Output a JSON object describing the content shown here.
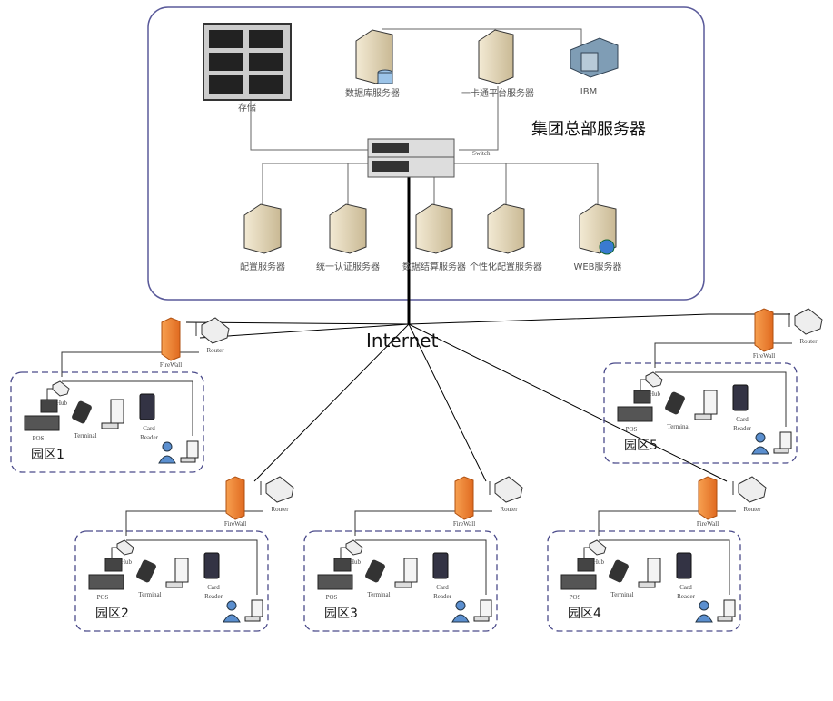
{
  "hq": {
    "title": "集团总部服务器",
    "switch_label": "Switch",
    "top_servers": [
      {
        "label": "存储",
        "icon": "storage-array-icon"
      },
      {
        "label": "数据库服务器",
        "icon": "database-server-icon"
      },
      {
        "label": "一卡通平台服务器",
        "icon": "server-icon"
      },
      {
        "label": "IBM",
        "icon": "ibm-server-icon"
      }
    ],
    "bottom_servers": [
      {
        "label": "配置服务器",
        "icon": "server-icon"
      },
      {
        "label": "统一认证服务器",
        "icon": "server-icon"
      },
      {
        "label": "数据结算服务器",
        "icon": "server-icon"
      },
      {
        "label": "个性化配置服务器",
        "icon": "server-icon"
      },
      {
        "label": "WEB服务器",
        "icon": "web-server-icon"
      }
    ]
  },
  "internet_label": "Internet",
  "campus_devices": {
    "router": "Router",
    "firewall": "FireWall",
    "hub": "Hub",
    "pos": "POS",
    "terminal": "Terminal",
    "card_reader_1": "Card",
    "card_reader_2": "Reader"
  },
  "campuses": [
    {
      "label": "园区1"
    },
    {
      "label": "园区2"
    },
    {
      "label": "园区3"
    },
    {
      "label": "园区4"
    },
    {
      "label": "园区5"
    }
  ],
  "colors": {
    "hq_border": "#5a5a9a",
    "campus_border": "#4a4a8a",
    "firewall": "#f08030",
    "server": "#e8dcc0"
  }
}
